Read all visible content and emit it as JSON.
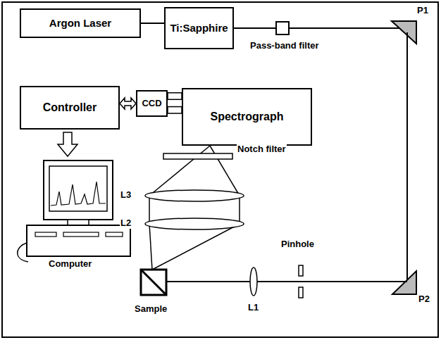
{
  "diagram": {
    "nodes": [
      {
        "text": [
          "Argon Laser"
        ]
      },
      {
        "text": [
          "Ti:Sapphire"
        ]
      },
      {
        "text": [
          "Controller"
        ]
      },
      {
        "text": [
          "CCD"
        ]
      },
      {
        "text": [
          "Spectrograph"
        ]
      }
    ],
    "edges": [
      {
        "from": 0,
        "to": 1,
        "arrow": "none"
      },
      {
        "from": 2,
        "to": 3,
        "arrow": "both"
      },
      {
        "from": 3,
        "to": 4,
        "arrow": "none"
      }
    ],
    "labels": [
      "P1",
      "Pass-band filter",
      "Notch filter",
      "L3",
      "L2",
      "Pinhole",
      "P2",
      "L1",
      "Sample",
      "Computer"
    ]
  }
}
